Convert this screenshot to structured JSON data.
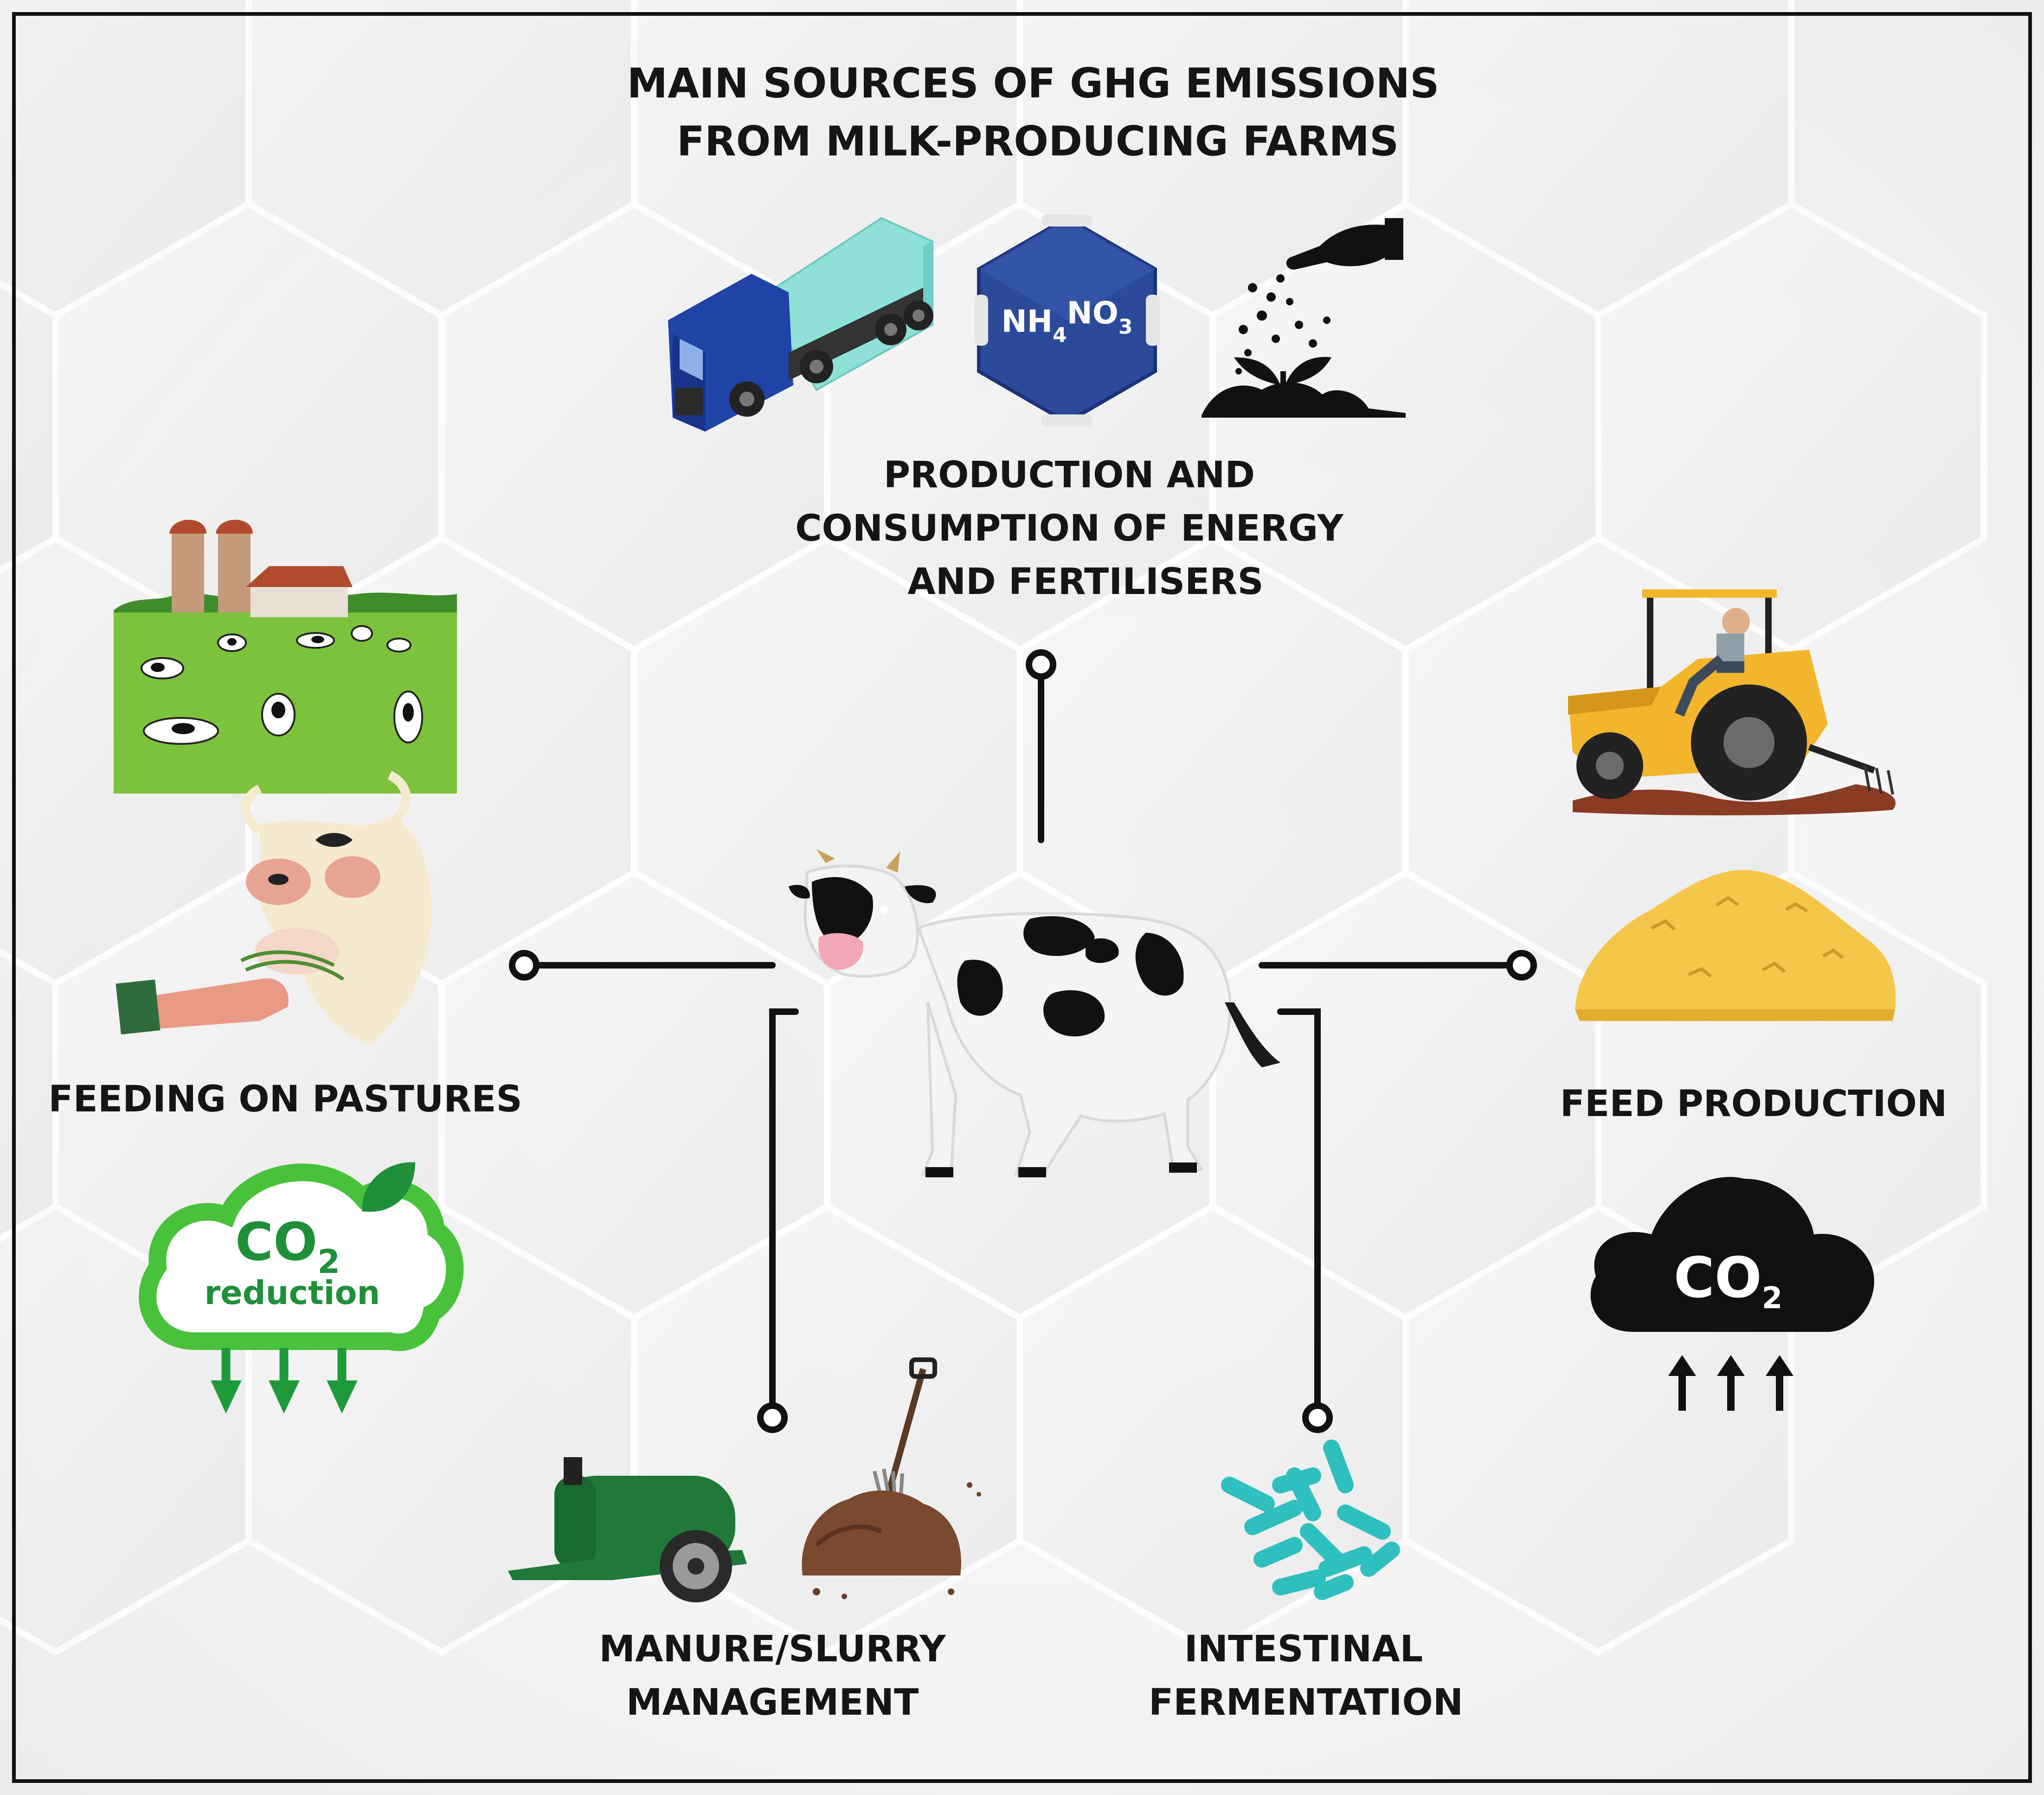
{
  "title": {
    "line1": "MAIN SOURCES OF GHG EMISSIONS",
    "line2": "FROM MILK-PRODUCING FARMS"
  },
  "sources": {
    "energy": {
      "line1": "PRODUCTION AND",
      "line2": "CONSUMPTION OF ENERGY",
      "line3": "AND FERTILISERS"
    },
    "pastures": {
      "line1": "FEEDING ON PASTURES"
    },
    "feed": {
      "line1": "FEED PRODUCTION"
    },
    "manure": {
      "line1": "MANURE/SLURRY",
      "line2": "MANAGEMENT"
    },
    "intestinal": {
      "line1": "INTESTINAL",
      "line2": "FERMENTATION"
    }
  },
  "badges": {
    "fertiliser_formula": {
      "a": "NH",
      "sub1": "4",
      "b": "NO",
      "sub2": "3"
    },
    "co2_reduction": {
      "co": "CO",
      "sub": "2",
      "text": "reduction"
    },
    "co2_emission": {
      "co": "CO",
      "sub": "2"
    }
  },
  "icons": {
    "truck": "truck-icon",
    "fertiliser": "ammonium-nitrate-icon",
    "seeding": "seeding-hand-icon",
    "pasture": "pasture-farm-icon",
    "hand_feeding": "hand-feeding-cow-icon",
    "co2_reduction": "co2-reduction-cloud-icon",
    "cow": "dairy-cow-icon",
    "tractor": "tractor-icon",
    "hay": "hay-pile-icon",
    "co2_emission": "co2-emission-cloud-icon",
    "slurry_tanker": "slurry-tanker-icon",
    "manure": "manure-pile-icon",
    "bacteria": "bacteria-icon"
  },
  "colors": {
    "frame": "#111111",
    "text": "#151515",
    "connector": "#111111",
    "reduction_green": "#1fa33a",
    "truck_blue": "#1f43a6",
    "fertiliser_blue": "#2c4a9a",
    "pasture_green": "#7cc23c",
    "tractor_yellow": "#f2b52c",
    "hay_yellow": "#f4c64a",
    "tanker_green": "#1f7a3a",
    "bacteria_teal": "#2fbfbf"
  }
}
